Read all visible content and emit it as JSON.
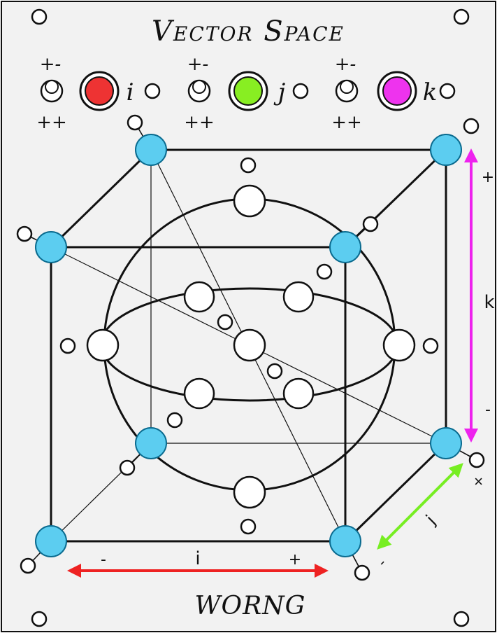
{
  "title": "Vector Space",
  "maker": "WORNG",
  "colors": {
    "node_fill": "#5ccdf0",
    "i_axis": "#ee2222",
    "j_axis": "#77ee22",
    "k_axis": "#ee22ee",
    "led_i": "#ee3333",
    "led_j": "#88ee22",
    "led_k": "#ee33ee"
  },
  "switches": [
    {
      "top": "+-",
      "bottom": "++",
      "axis": "i"
    },
    {
      "top": "+-",
      "bottom": "++",
      "axis": "j"
    },
    {
      "top": "+-",
      "bottom": "++",
      "axis": "k"
    }
  ],
  "axes": {
    "i": {
      "label": "i",
      "minus": "-",
      "plus": "+"
    },
    "j": {
      "label": "j",
      "minus": "-",
      "plus": "+"
    },
    "k": {
      "label": "k",
      "minus": "-",
      "plus": "+"
    }
  }
}
